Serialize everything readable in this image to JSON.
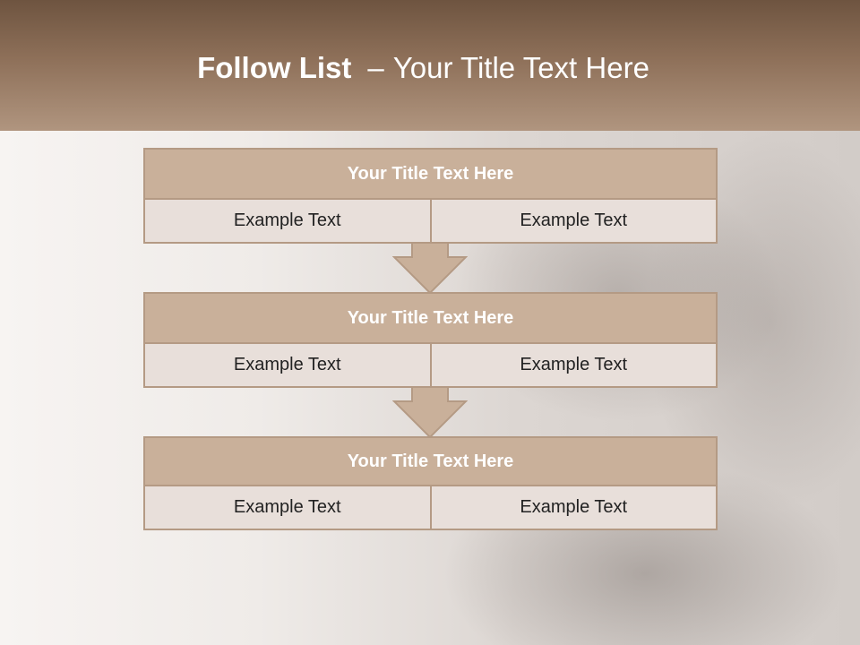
{
  "header": {
    "title_bold": "Follow List",
    "title_dash": "–",
    "title_rest": "Your Title Text Here"
  },
  "steps": [
    {
      "title": "Your Title Text Here",
      "left": "Example Text",
      "right": "Example Text"
    },
    {
      "title": "Your Title Text Here",
      "left": "Example Text",
      "right": "Example Text"
    },
    {
      "title": "Your Title Text Here",
      "left": "Example Text",
      "right": "Example Text"
    }
  ],
  "colors": {
    "header": "#8e7059",
    "block_title": "#c9b09a",
    "cell": "#e8dfda",
    "border": "#b49a84"
  },
  "icons": [
    "down-arrow-icon",
    "down-arrow-icon"
  ]
}
